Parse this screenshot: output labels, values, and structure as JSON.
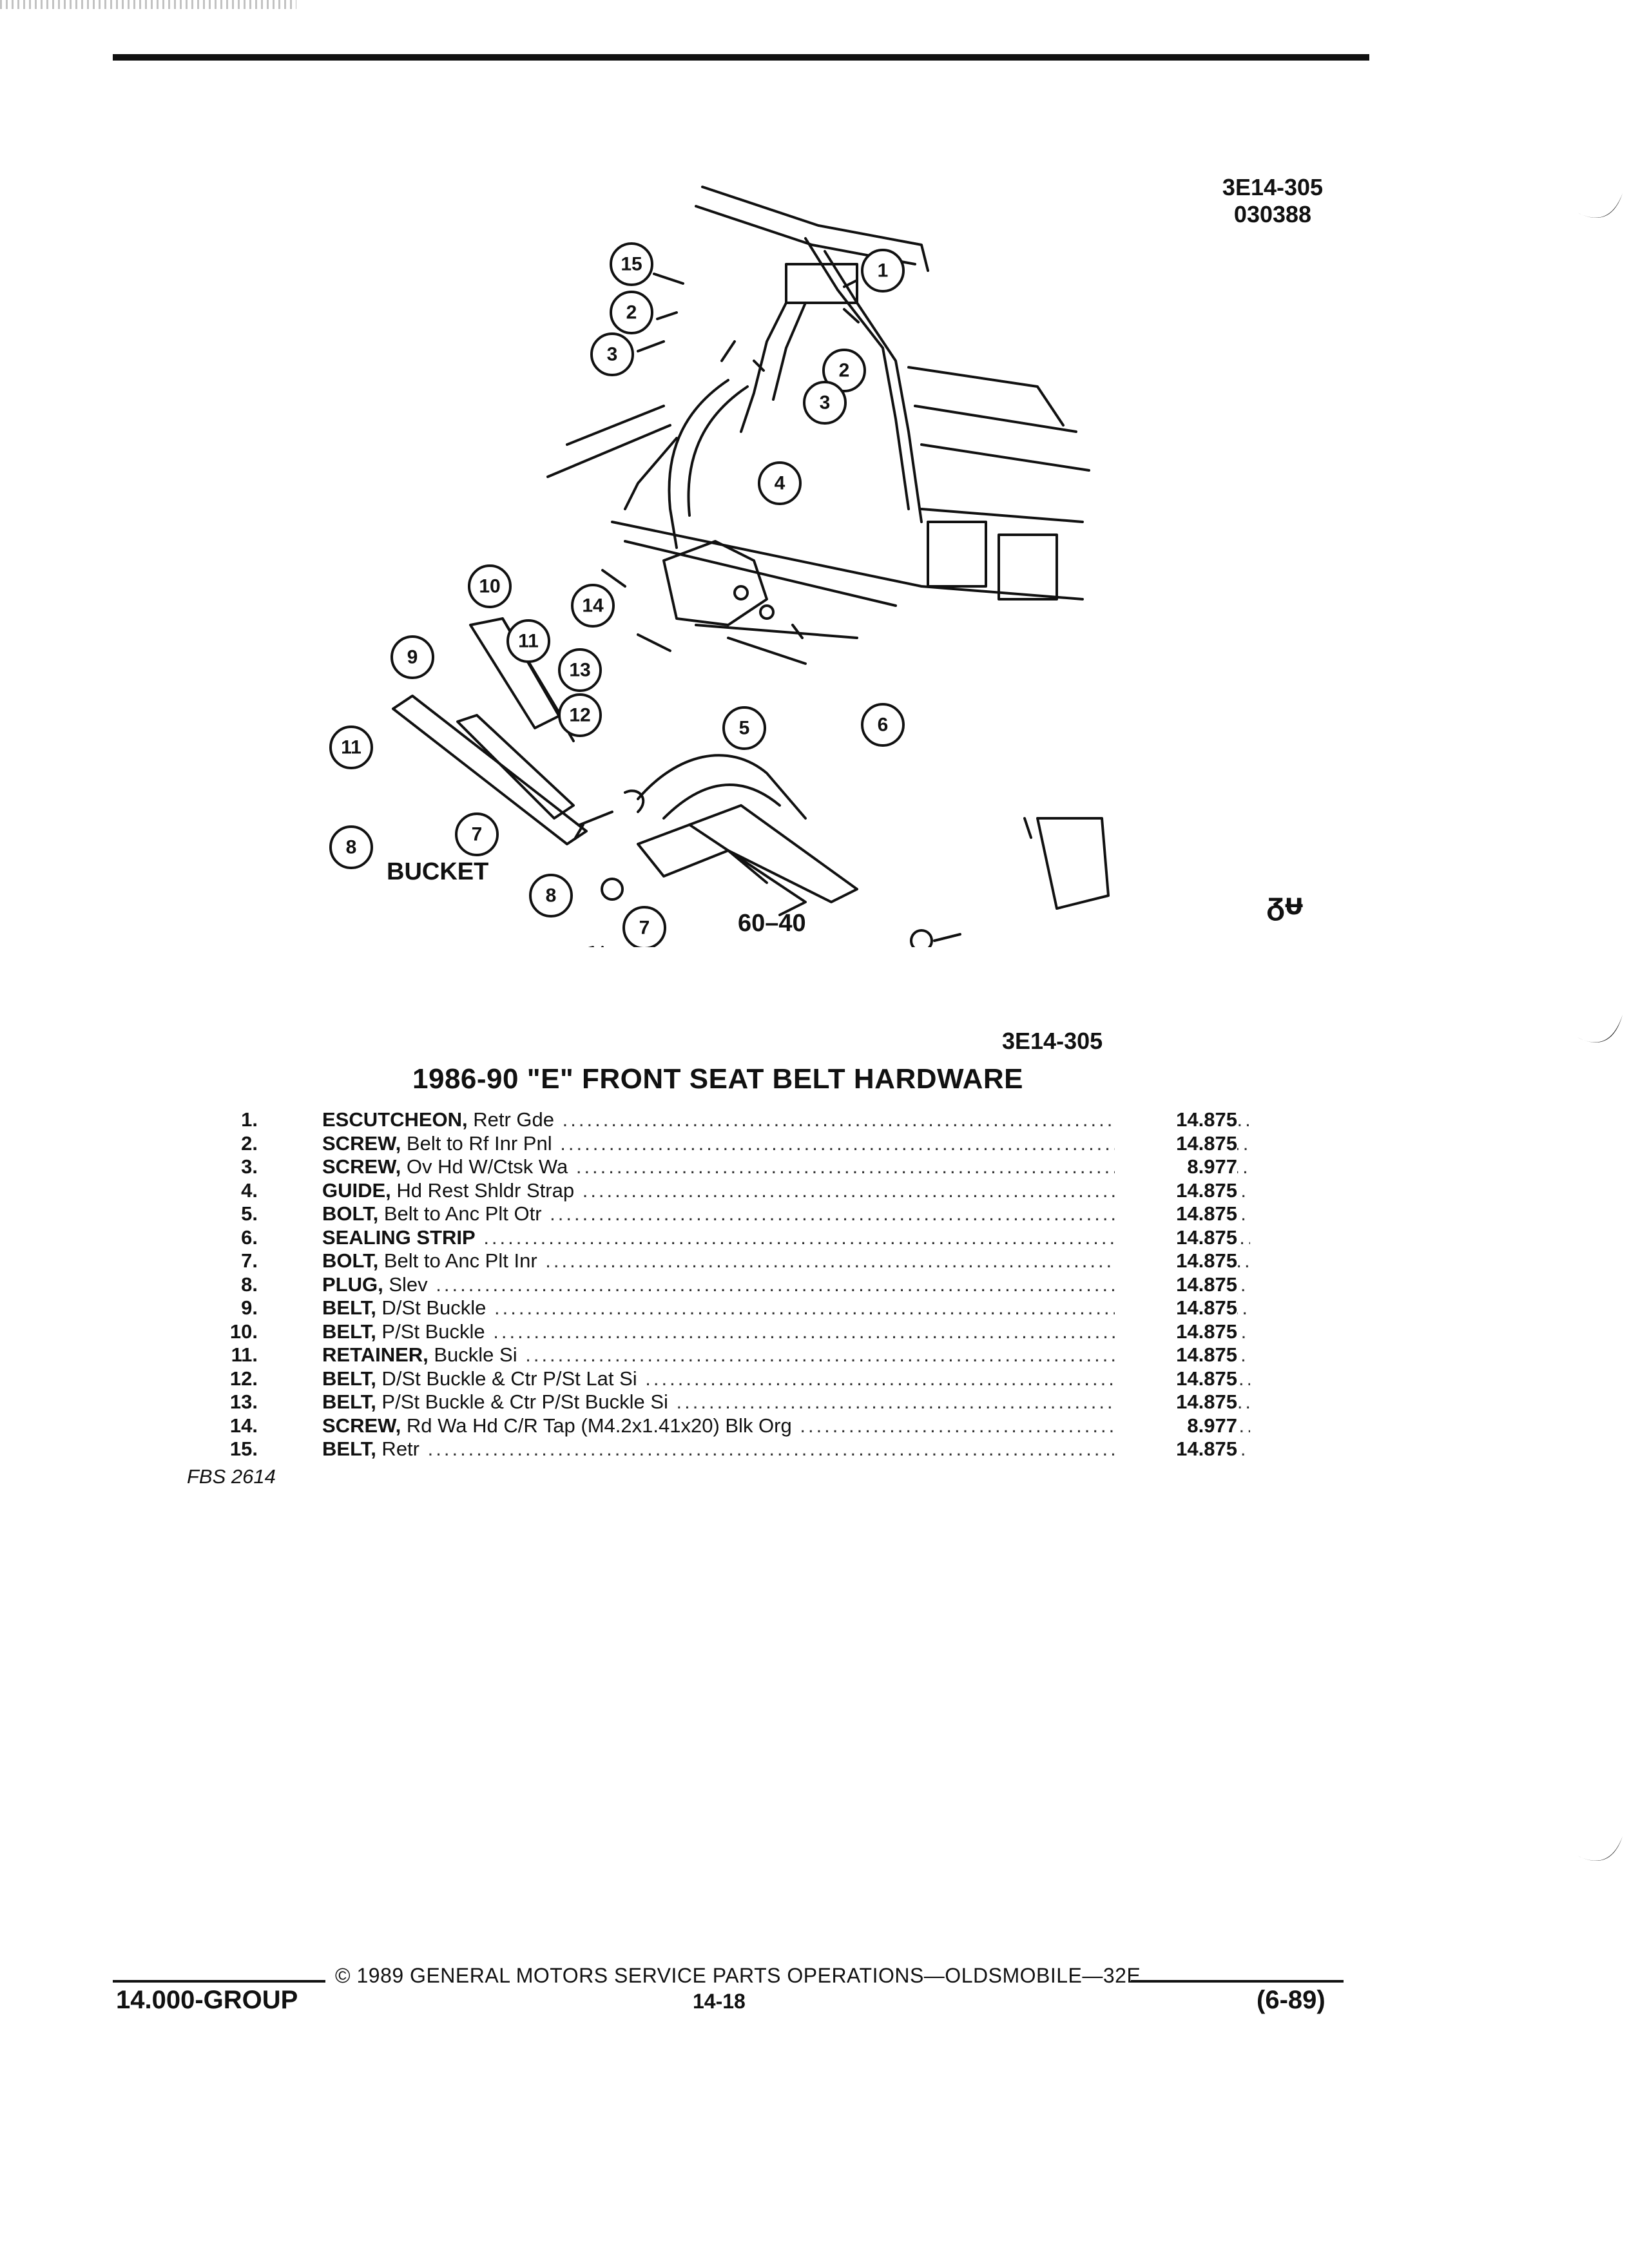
{
  "header": {
    "code_primary": "3E14-305",
    "code_secondary": "030388"
  },
  "diagram": {
    "callouts": [
      "15",
      "1",
      "2",
      "3",
      "2",
      "3",
      "4",
      "10",
      "14",
      "11",
      "9",
      "13",
      "12",
      "5",
      "6",
      "11",
      "7",
      "8",
      "8",
      "7"
    ],
    "label_bucket": "BUCKET",
    "label_6040": "60–40",
    "code": "3E14-305"
  },
  "logo": {
    "text": "ᵹᵾ"
  },
  "section": {
    "title": "1986-90 \"E\" FRONT SEAT BELT HARDWARE"
  },
  "parts": [
    {
      "num": "1.",
      "name": "ESCUTCHEON,",
      "detail": " Retr Gde",
      "group": "14.875"
    },
    {
      "num": "2.",
      "name": "SCREW,",
      "detail": " Belt to Rf Inr Pnl",
      "group": "14.875"
    },
    {
      "num": "3.",
      "name": "SCREW,",
      "detail": " Ov Hd W/Ctsk Wa",
      "group": "8.977"
    },
    {
      "num": "4.",
      "name": "GUIDE,",
      "detail": " Hd Rest Shldr Strap",
      "group": "14.875"
    },
    {
      "num": "5.",
      "name": "BOLT,",
      "detail": " Belt to Anc Plt Otr",
      "group": "14.875"
    },
    {
      "num": "6.",
      "name": "SEALING STRIP",
      "detail": "",
      "group": "14.875"
    },
    {
      "num": "7.",
      "name": "BOLT,",
      "detail": " Belt to Anc Plt Inr",
      "group": "14.875"
    },
    {
      "num": "8.",
      "name": "PLUG,",
      "detail": " Slev",
      "group": "14.875"
    },
    {
      "num": "9.",
      "name": "BELT,",
      "detail": " D/St Buckle",
      "group": "14.875"
    },
    {
      "num": "10.",
      "name": "BELT,",
      "detail": " P/St Buckle",
      "group": "14.875"
    },
    {
      "num": "11.",
      "name": "RETAINER,",
      "detail": " Buckle Si",
      "group": "14.875"
    },
    {
      "num": "12.",
      "name": "BELT,",
      "detail": " D/St Buckle & Ctr P/St Lat Si",
      "group": "14.875"
    },
    {
      "num": "13.",
      "name": "BELT,",
      "detail": " P/St Buckle & Ctr P/St Buckle Si",
      "group": "14.875"
    },
    {
      "num": "14.",
      "name": "SCREW,",
      "detail": " Rd Wa Hd C/R Tap (M4.2x1.41x20) Blk Org",
      "group": "8.977"
    },
    {
      "num": "15.",
      "name": "BELT,",
      "detail": " Retr",
      "group": "14.875"
    }
  ],
  "fbs": "FBS 2614",
  "footer": {
    "copyright": "© 1989 GENERAL MOTORS SERVICE PARTS OPERATIONS—OLDSMOBILE—32E",
    "group": "14.000-GROUP",
    "page": "14-18",
    "date": "(6-89)"
  }
}
